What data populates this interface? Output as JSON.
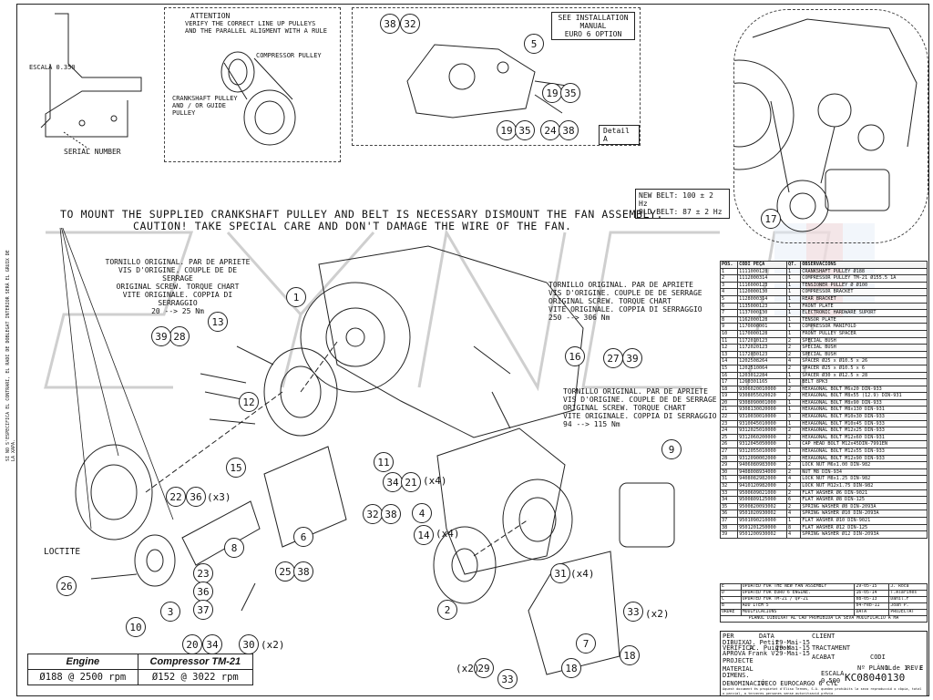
{
  "top_left": {
    "scale_label": "ESCALA 0.350",
    "serial_label": "SERIAL NUMBER"
  },
  "attention": {
    "title": "ATTENTION",
    "text": "VERIFY THE CORRECT LINE UP PULLEYS AND THE PARALLEL ALIGMENT WITH A RULE",
    "compressor_pulley": "COMPRESSOR PULLEY",
    "crankshaft_pulley": "CRANKSHAFT PULLEY AND / OR GUIDE PULLEY"
  },
  "detail_a": {
    "see_manual": "SEE INSTALLATION MANUAL",
    "euro6": "EURO 6 OPTION",
    "label": "Detail A",
    "callouts": [
      "38",
      "32",
      "5",
      "19",
      "35",
      "19",
      "35",
      "24",
      "38"
    ]
  },
  "belt": {
    "new": "NEW BELT: 100 ± 2 Hz",
    "old": "OLD BELT: 87 ± 2 Hz",
    "callout": "17"
  },
  "instructions": {
    "line1": "TO MOUNT THE SUPPLIED CRANKSHAFT PULLEY AND BELT IS NECESSARY DISMOUNT THE FAN ASSEMBLY.",
    "line2": "CAUTION! TAKE SPECIAL CARE AND DON'T DAMAGE THE WIRE OF THE FAN."
  },
  "torque_notes": [
    {
      "lines": [
        "TORNILLO ORIGINAL. PAR DE APRIETE",
        "VIS D'ORIGINE. COUPLE DE DE SERRAGE",
        "ORIGINAL SCREW. TORQUE CHART",
        "VITE ORIGINALE. COPPIA DI SERRAGGIO",
        "20 --> 25 Nm"
      ]
    },
    {
      "lines": [
        "TORNILLO ORIGINAL. PAR DE APRIETE",
        "VIS D'ORIGINE. COUPLE DE DE SERRAGE",
        "ORIGINAL SCREW. TORQUE CHART",
        "VITE ORIGINALE. COPPIA DI SERRAGGIO",
        "250 --> 306 Nm"
      ]
    },
    {
      "lines": [
        "TORNILLO ORIGINAL. PAR DE APRIETE",
        "VIS D'ORIGINE. COUPLE DE DE SERRAGE",
        "ORIGINAL SCREW. TORQUE CHART",
        "VITE ORIGINALE. COPPIA DI SERRAGGIO",
        "94 --> 115 Nm"
      ]
    }
  ],
  "callouts": {
    "c1": "1",
    "c2": "2",
    "c3": "3",
    "c4": "4",
    "c6": "6",
    "c7": "7",
    "c8": "8",
    "c9": "9",
    "c10": "10",
    "c11": "11",
    "c12": "12",
    "c13": "13",
    "c14": "14",
    "c15": "15",
    "c16": "16",
    "c18a": "18",
    "c18b": "18",
    "c20": "20",
    "c22": "22",
    "c23": "23",
    "c26": "26",
    "c27": "27",
    "c28": "28",
    "c29": "29",
    "c31": "31",
    "c33a": "33",
    "c33b": "33",
    "c34a": "34",
    "c34b": "34",
    "c36a": "36",
    "c36b": "36",
    "c37": "37",
    "c25": "25",
    "c38a": "38",
    "c38b": "38",
    "c32": "32",
    "c39a": "39",
    "c39b": "39",
    "c21": "21",
    "c30": "30"
  },
  "multipliers": {
    "x3": "(x3)",
    "x4a": "(x4)",
    "x4b": "(x4)",
    "x4c": "(x4)",
    "x2a": "(x2)",
    "x2b": "(x2)",
    "x2c": "(x2)"
  },
  "loctite": "LOCTITE",
  "parts_table": {
    "headers": [
      "POS.",
      "CODI PEÇA",
      "QT.",
      "OBSERVACIONS"
    ],
    "rows": [
      [
        "1",
        "1111000128",
        "1",
        "CRANKSHAFT PULLEY Ø188"
      ],
      [
        "2",
        "1112000314",
        "1",
        "COMPRESSOR PULLEY TM-21 Ø155.5 1A"
      ],
      [
        "3",
        "1116000123",
        "1",
        "TENSIONER PULLEY Ø Ø100"
      ],
      [
        "4",
        "1120000130",
        "1",
        "COMPRESSOR BRACKET"
      ],
      [
        "5",
        "1128000314",
        "1",
        "REAR BRACKET"
      ],
      [
        "6",
        "1135000123",
        "1",
        "FRONT PLATE"
      ],
      [
        "7",
        "1137000130",
        "1",
        "ELECTRONIC HARDWARE SUPORT"
      ],
      [
        "8",
        "1162000128",
        "1",
        "TENSOR PLATE"
      ],
      [
        "9",
        "1170000001",
        "1",
        "COMPRESSOR MANIFOLD"
      ],
      [
        "10",
        "1170000128",
        "1",
        "FRONT PULLEY SPACER"
      ],
      [
        "11",
        "1172010123",
        "2",
        "SPECIAL BUSH"
      ],
      [
        "12",
        "1172020123",
        "2",
        "SPECIAL BUSH"
      ],
      [
        "13",
        "1172030123",
        "2",
        "SPECIAL BUSH"
      ],
      [
        "14",
        "1202508264",
        "4",
        "SPACER Ø25 x Ø10.5 x 26"
      ],
      [
        "15",
        "1202510064",
        "2",
        "SPACER Ø25 x Ø10.5 x 6"
      ],
      [
        "16",
        "1203012284",
        "1",
        "SPACER Ø30 x Ø12.5 x 28"
      ],
      [
        "17",
        "1260301165",
        "1",
        "BELT 8PK3"
      ],
      [
        "18",
        "9306020010000",
        "2",
        "HEXAGONAL BOLT M6x20 DIN-933"
      ],
      [
        "19",
        "9308055020020",
        "2",
        "HEXAGONAL BOLT M8x55 (12.9) DIN-931"
      ],
      [
        "20",
        "9308090001000",
        "1",
        "HEXAGONAL BOLT M8x90 DIN-933"
      ],
      [
        "21",
        "9308130020000",
        "1",
        "HEXAGONAL BOLT M8x130 DIN-931"
      ],
      [
        "22",
        "9310030010000",
        "3",
        "HEXAGONAL BOLT M10x30 DIN-933"
      ],
      [
        "23",
        "9310045010000",
        "1",
        "HEXAGONAL BOLT M10x45 DIN-933"
      ],
      [
        "24",
        "9312025010000",
        "2",
        "HEXAGONAL BOLT M12x25 DIN-933"
      ],
      [
        "25",
        "9312060200000",
        "2",
        "HEXAGONAL BOLT M12x60 DIN-931"
      ],
      [
        "26",
        "9312045050000",
        "1",
        "CAP HEAD BOLT M12x45DIN-7991EN"
      ],
      [
        "27",
        "9312055010000",
        "1",
        "HEXAGONAL BOLT M12x55 DIN-933"
      ],
      [
        "28",
        "9312090002000",
        "2",
        "HEXAGONAL BOLT M12x90 DIN-933"
      ],
      [
        "29",
        "9406080983000",
        "2",
        "LOCK NUT M6x1.00 DIN-982"
      ],
      [
        "30",
        "9408008934000",
        "2",
        "NUT M8 DIN-934"
      ],
      [
        "31",
        "9408082982000",
        "4",
        "LOCK NUT M8x1.25 DIN-982"
      ],
      [
        "32",
        "9410120982000",
        "2",
        "LOCK NUT M12x1.75 DIN-982"
      ],
      [
        "33",
        "9500609021000",
        "2",
        "FLAT WASHER Ø6 DIN-9021"
      ],
      [
        "34",
        "9500809125000",
        "6",
        "FLAT WASHER Ø8 DIN-125"
      ],
      [
        "35",
        "9500820093002",
        "2",
        "SPRING WASHER Ø8 DIN-2093A"
      ],
      [
        "36",
        "9501020930002",
        "4",
        "SPRING WASHER Ø10 DIN-2093A"
      ],
      [
        "37",
        "9501090210000",
        "1",
        "FLAT WASHER Ø10 DIN-9021"
      ],
      [
        "38",
        "9501201250000",
        "8",
        "FLAT WASHER Ø12 DIN-125"
      ],
      [
        "39",
        "9501200930002",
        "4",
        "SPRING WASHER Ø12 DIN-2093A"
      ]
    ]
  },
  "revisions": {
    "rows": [
      [
        "E",
        "UPDATED FOR THE NEW FAN ASSEMBLY",
        "29-05-15",
        "J. Roca"
      ],
      [
        "D",
        "UPDATED FOR EURO 6 ENGINE.",
        "16-05-14",
        "T.Alarines"
      ],
      [
        "C",
        "UPDATED FOR TM-21 / QP-21",
        "08-05-13",
        "Danil.F"
      ],
      [
        "B",
        "ADD ITEM 5",
        "04-Feb-11",
        "Joan P."
      ],
      [
        "ORDRE",
        "MODIFICACIONS",
        "DATA",
        "PROJECTAT"
      ]
    ],
    "note": "PLÀNOL DIBUIXAT AL CAD PROHIBIDA LA SEVA MODIFICACIÓ A MÀ"
  },
  "title_block": {
    "per": "PER",
    "data": "DATA",
    "client": "CLIENT",
    "dibuixa": "DIBUIXA",
    "dibuixa_who": "J. Petit",
    "dibuixa_date": "29-Mai-15",
    "verifica": "VERIFICA",
    "verifica_who": "JC. Puigros",
    "verifica_date": "29-Mai-15",
    "aprova": "APROVA",
    "aprova_who": "Frank V.",
    "aprova_date": "29-Mai-15",
    "tractament": "TRACTAMENT",
    "projecte": "PROJECTE",
    "acabat": "ACABAT",
    "codi": "CODI",
    "material": "MATERIAL",
    "dimens": "DIMENS.",
    "pla_label": "Nº PLÀNOL",
    "sheet": "1 de 1",
    "rev_label": "REV.",
    "rev_value": "E",
    "escala_label": "ESCALA",
    "escala_value": "0.500",
    "denominacio_label": "DENOMINACIÓ",
    "denominacio": "IVECO EUROCARGO 6 CYL",
    "drawing_number": "KC08040130",
    "footer": "Aquest document és propietat d'Eliso Termes, S.A. queden prohibits la seva reproducció o còpia, total o parcial, a terceres persones sense autorització prèvia."
  },
  "engine_table": {
    "headers": [
      "Engine",
      "Compressor TM-21"
    ],
    "values": [
      "Ø188 @ 2500 rpm",
      "Ø152 @ 3022 rpm"
    ]
  },
  "vertical_note": "SI NO S'ESPECIFICA EL CONTRARI, EL RADI DE DOBLEGAT INTERIOR SERÀ EL GRUIX DE LA XAPA."
}
